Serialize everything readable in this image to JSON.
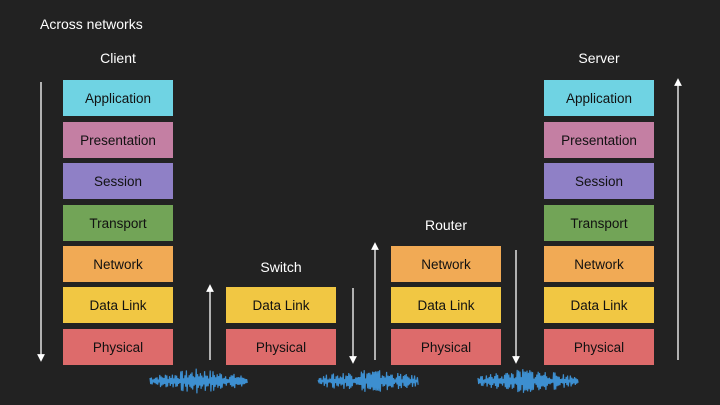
{
  "title": "Across networks",
  "columns": {
    "client": {
      "label": "Client",
      "layers": [
        "Application",
        "Presentation",
        "Session",
        "Transport",
        "Network",
        "Data Link",
        "Physical"
      ]
    },
    "switch": {
      "label": "Switch",
      "layers": [
        "Data Link",
        "Physical"
      ]
    },
    "router": {
      "label": "Router",
      "layers": [
        "Network",
        "Data Link",
        "Physical"
      ]
    },
    "server": {
      "label": "Server",
      "layers": [
        "Application",
        "Presentation",
        "Session",
        "Transport",
        "Network",
        "Data Link",
        "Physical"
      ]
    }
  },
  "colors": {
    "application": "#6fd3e3",
    "presentation": "#c47fa3",
    "session": "#8f80c6",
    "transport": "#72a457",
    "network": "#f1aa55",
    "data_link": "#f1c743",
    "physical": "#dd6b6b",
    "signal": "#3d8fd0"
  }
}
